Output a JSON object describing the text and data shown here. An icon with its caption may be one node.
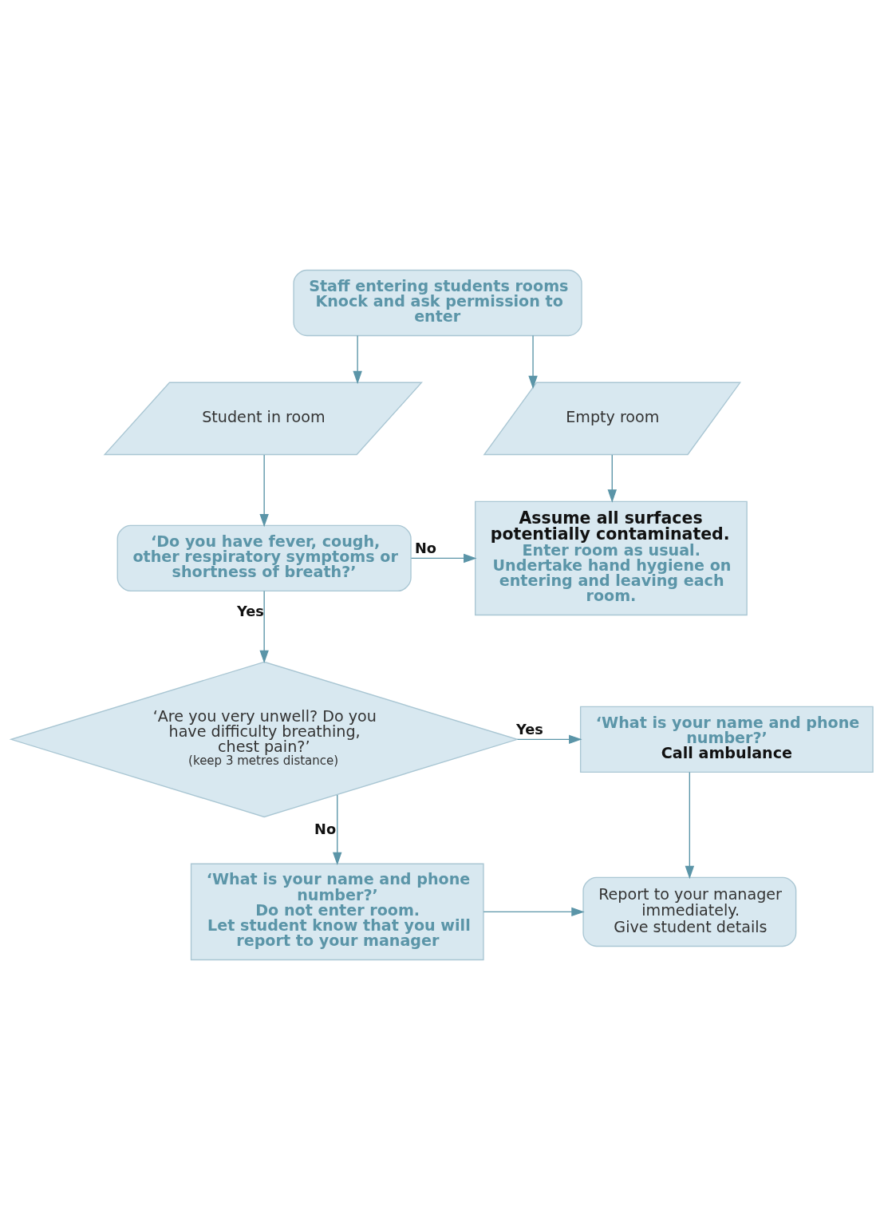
{
  "diagram": {
    "nodes": [
      {
        "text": [
          "Staff entering students rooms",
          "Knock and ask permission to enter"
        ]
      },
      {
        "text": [
          "Student in room"
        ]
      },
      {
        "text": [
          "Empty room"
        ]
      },
      {
        "text": [
          "‘Do you have fever, cough, other respiratory symptoms or shortness of breath?’"
        ]
      },
      {
        "text": [
          "Assume all surfaces potentially contaminated.",
          "Enter room as usual.",
          "Undertake hand hygiene on entering and leaving each room."
        ]
      },
      {
        "text": [
          "‘Are you very unwell? Do you have difficulty breathing, chest pain?’",
          "(keep 3 metres distance)"
        ]
      },
      {
        "text": [
          "‘What is your name and phone number?’",
          "Call ambulance"
        ]
      },
      {
        "text": [
          "‘What is your name and phone number?’",
          "Do not enter room.",
          "Let student know that you will report to your manager"
        ]
      },
      {
        "text": [
          "Report to your manager immediately.",
          "Give student details"
        ]
      }
    ],
    "edges": [
      {
        "from": 0,
        "to": 1,
        "arrow": "to"
      },
      {
        "from": 0,
        "to": 2,
        "arrow": "to"
      },
      {
        "from": 1,
        "to": 3,
        "arrow": "to"
      },
      {
        "from": 2,
        "to": 4,
        "arrow": "to"
      },
      {
        "from": 3,
        "to": 4,
        "arrow": "to",
        "label": "No"
      },
      {
        "from": 3,
        "to": 5,
        "arrow": "to",
        "label": "Yes"
      },
      {
        "from": 5,
        "to": 6,
        "arrow": "to",
        "label": "Yes"
      },
      {
        "from": 5,
        "to": 7,
        "arrow": "to",
        "label": "No"
      },
      {
        "from": 6,
        "to": 8,
        "arrow": "to"
      },
      {
        "from": 7,
        "to": 8,
        "arrow": "to"
      }
    ]
  }
}
